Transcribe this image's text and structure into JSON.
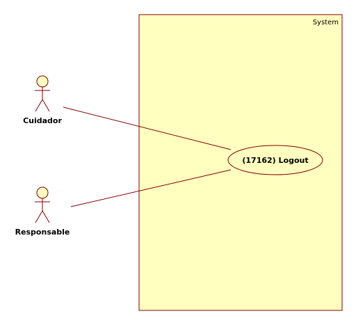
{
  "diagram": {
    "system": {
      "label": "System"
    },
    "actors": [
      {
        "id": "cuidador",
        "label": "Cuidador"
      },
      {
        "id": "responsable",
        "label": "Responsable"
      }
    ],
    "use_cases": [
      {
        "id": "logout",
        "label": "(17162) Logout"
      }
    ],
    "associations": [
      {
        "from": "cuidador",
        "to": "logout"
      },
      {
        "from": "responsable",
        "to": "logout"
      }
    ],
    "colors": {
      "fill": "#FFFFC0",
      "stroke": "#800000"
    }
  }
}
